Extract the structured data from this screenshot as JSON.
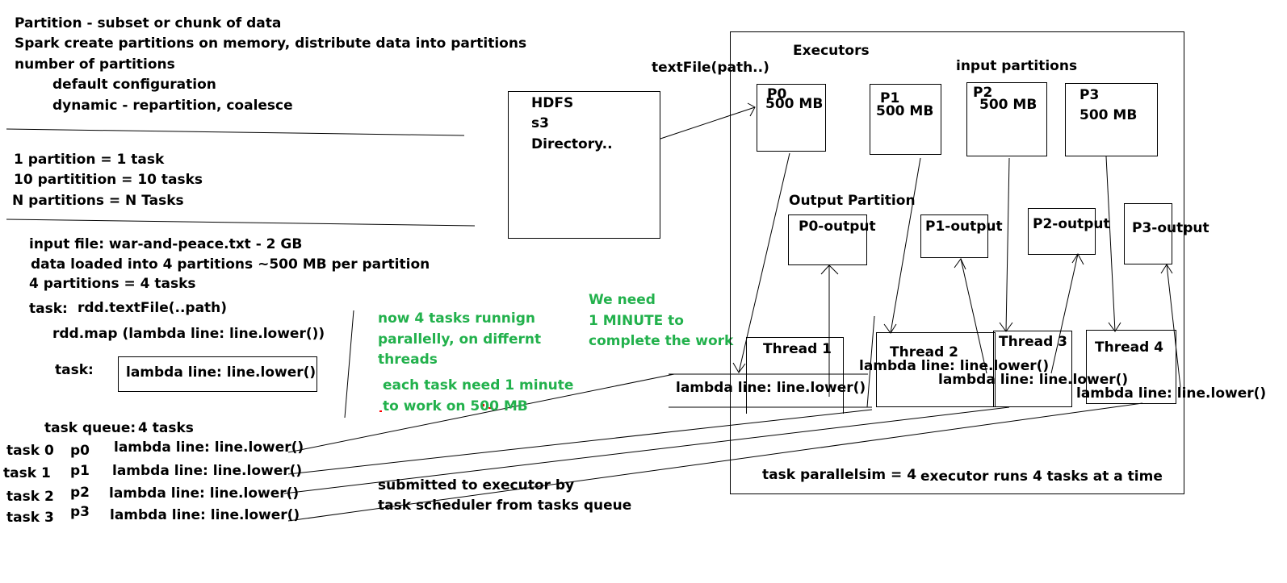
{
  "colors": {
    "text": "#000000",
    "green": "#22b14c",
    "red": "#ff0000"
  },
  "notes": {
    "line1": "Partition - subset or chunk of data",
    "line2": "Spark create partitions on memory, distribute data into partitions",
    "line3": "number of partitions",
    "line4": "default configuration",
    "line5": "dynamic - repartition, coalesce"
  },
  "tasks_rule": {
    "line1": "1 partition = 1 task",
    "line2": "10 partitition = 10 tasks",
    "line3": "N partitions = N  Tasks"
  },
  "example": {
    "input_file": "input file: war-and-peace.txt - 2 GB",
    "loaded": "data loaded into 4 partitions ~500 MB per partition",
    "four_tasks": "4 partitions = 4 tasks",
    "task_label": "task:",
    "task_code": "rdd.textFile(..path)",
    "map_code": "rdd.map (lambda line: line.lower())",
    "task_label2": "task:",
    "lambda_box": "lambda line: line.lower()"
  },
  "queue": {
    "title": "task queue:",
    "count": "4 tasks",
    "rows": [
      {
        "task": "task 0",
        "partition": "p0",
        "code": "lambda line: line.lower()"
      },
      {
        "task": "task 1",
        "partition": "p1",
        "code": "lambda line: line.lower()"
      },
      {
        "task": "task 2",
        "partition": "p2",
        "code": "lambda line: line.lower()"
      },
      {
        "task": "task 3",
        "partition": "p3",
        "code": "lambda line: line.lower()"
      }
    ]
  },
  "green_notes": {
    "parallel_1": "now 4 tasks runnign",
    "parallel_2": "parallelly, on differnt",
    "parallel_3": "threads",
    "minute_1": "each task need 1 minute",
    "minute_2": "to work on 500 MB",
    "need_1": "We need",
    "need_2": "1 MINUTE to",
    "need_3": "complete the work"
  },
  "submitted": {
    "line1": "submitted to executor by",
    "line2": "task scheduler from tasks queue"
  },
  "storage": {
    "line1": "HDFS",
    "line2": "s3",
    "line3": "Directory..",
    "read_label": "textFile(path..)"
  },
  "executor": {
    "title": "Executors",
    "input_label": "input partitions",
    "output_label": "Output Partition",
    "partitions": [
      {
        "name": "P0",
        "size": "500 MB"
      },
      {
        "name": "P1",
        "size": "500 MB"
      },
      {
        "name": "P2",
        "size": "500 MB"
      },
      {
        "name": "P3",
        "size": "500 MB"
      }
    ],
    "outputs": [
      "P0-output",
      "P1-output",
      "P2-output",
      "P3-output"
    ],
    "threads": [
      {
        "name": "Thread 1",
        "code": "lambda line: line.lower()"
      },
      {
        "name": "Thread 2",
        "code": "lambda line: line.lower()"
      },
      {
        "name": "Thread 3",
        "code": "lambda line: line.lower()"
      },
      {
        "name": "Thread 4",
        "code": "lambda line: line.lower()"
      }
    ],
    "parallelism": "task parallelsim  = 4",
    "runs": "executor runs 4 tasks at a time"
  }
}
